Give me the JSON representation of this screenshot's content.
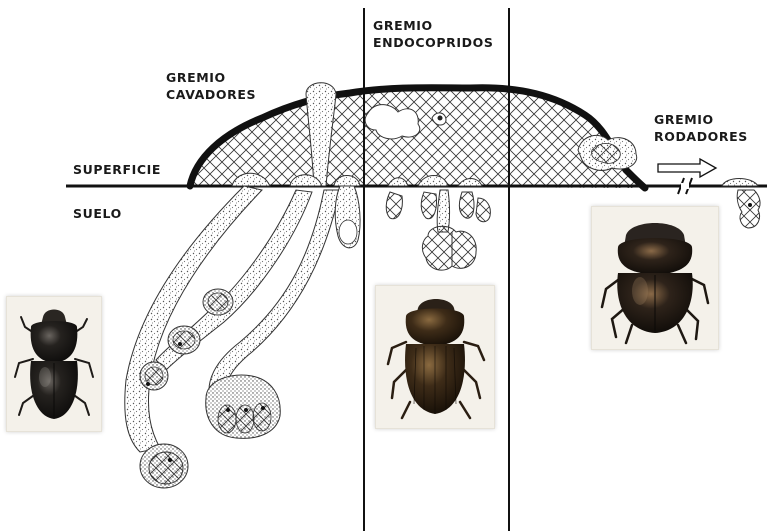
{
  "labels": {
    "superficie": "SUPERFICIE",
    "suelo": "SUELO"
  },
  "guilds": [
    {
      "id": "cavadores",
      "line1": "GREMIO",
      "line2": "CAVADORES"
    },
    {
      "id": "endocopridos",
      "line1": "GREMIO",
      "line2": "ENDOCOPRIDOS"
    },
    {
      "id": "rodadores",
      "line1": "GREMIO",
      "line2": "RODADORES"
    }
  ],
  "colors": {
    "ink": "#1a1a1a",
    "dung_crust": "#111111",
    "beetle_dark": "#1c1a17",
    "beetle_brown": "#3a2a18",
    "photo_bg": "#f4f1ea"
  },
  "icons": {
    "arrow": "right-arrow-icon",
    "break_mark": "double-slash-icon"
  }
}
